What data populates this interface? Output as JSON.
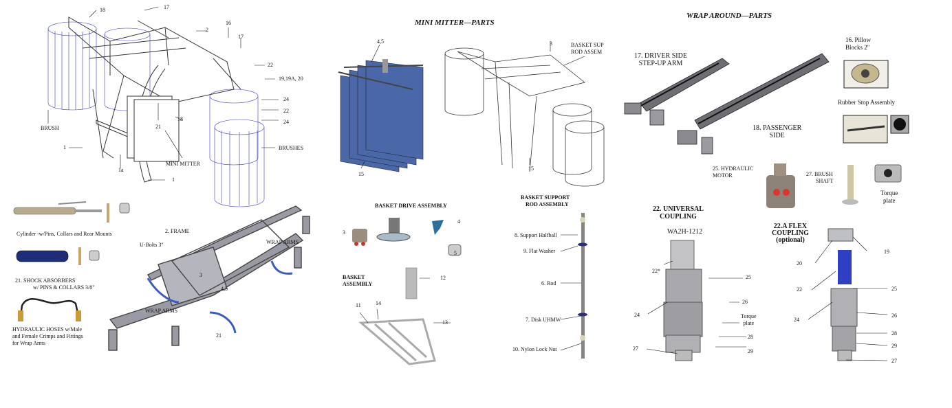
{
  "headings": {
    "mini_mitter": "MINI MITTER—PARTS",
    "wrap_around": "WRAP AROUND—PARTS"
  },
  "left": {
    "n18": "18",
    "n17a": "17",
    "n2": "2",
    "n16": "16",
    "n17b": "17",
    "n22a": "22",
    "n19": "19,19A, 20",
    "n24a": "24",
    "n22b": "22",
    "n24b": "24",
    "brush": "BRUSH",
    "n21": "21",
    "n18b": "18",
    "brushes": "BRUSHES",
    "n1a": "1",
    "n1b": "1a",
    "mini_mitter": "MINI MITTER",
    "n1c": "1",
    "cylinder": "Cylinder -w/Pins, Collars and Rear Mounts",
    "shock": "21. SHOCK ABSORBERS",
    "shock2": "w/ PINS & COLLARS 3/8\"",
    "hoses1": "HYDRAULIC HOSES w/Male",
    "hoses2": "and Female Crimps and Fittings",
    "hoses3": "for Wrap Arms",
    "frame": "2. FRAME",
    "ubolts": "U-Bolts 3\"",
    "wrap_arms1": "WRAP ARMS",
    "n3": "3",
    "n45": "4,5",
    "wrap_arms2": "WRAP ARMS",
    "n21b": "21"
  },
  "mid": {
    "n45": "4,5",
    "n15a": "15",
    "n3": "3",
    "basket_sup1": "BASKET SUP",
    "basket_sup2": "ROD ASSEM",
    "n15b": "15",
    "drive": "BASKET DRIVE ASSEMBLY",
    "d3": "3",
    "d4": "4",
    "d5": "5",
    "d12": "12",
    "basket1": "BASKET",
    "basket2": "ASSEMBLY",
    "d11": "11",
    "d14": "14",
    "d13": "13",
    "rod_title1": "BASKET SUPPORT",
    "rod_title2": "ROD ASSEMBLY",
    "r8": "8. Support Halfball",
    "r9": "9. Flat Washer",
    "r6": "6. Rod",
    "r7": "7. Disk UHMW",
    "r10": "10. Nylon Lock Nut"
  },
  "right": {
    "driver1": "17. DRIVER SIDE",
    "driver2": "STEP-UP ARM",
    "passenger1": "18. PASSENGER",
    "passenger2": "SIDE",
    "pillow1": "16. Pillow",
    "pillow2": "Blocks 2\"",
    "rubber": "Rubber Stop Assembly",
    "hyd1": "25. HYDRAULIC",
    "hyd2": "MOTOR",
    "shaft1": "27. BRUSH",
    "shaft2": "SHAFT",
    "torque1": "Torque",
    "torque2": "plate",
    "univ1": "22. UNIVERSAL",
    "univ2": "COUPLING",
    "model": "WA2H-1212",
    "u22": "22*",
    "u25": "25",
    "u24": "24",
    "u26": "26",
    "ut1": "Torque",
    "ut2": "plate",
    "u28": "28",
    "u27": "27",
    "u29": "29",
    "flex1": "22.A FLEX",
    "flex2": "COUPLING",
    "flex3": "(optional)",
    "f20": "20",
    "f19": "19",
    "f22": "22",
    "f25": "25",
    "f24": "24",
    "f26": "26",
    "f28": "28",
    "f29": "29",
    "f27": "27"
  },
  "colors": {
    "brush_line": "#3b3bbd",
    "panel_blue": "#4a68a8",
    "part_gray": "#7d7d82"
  }
}
